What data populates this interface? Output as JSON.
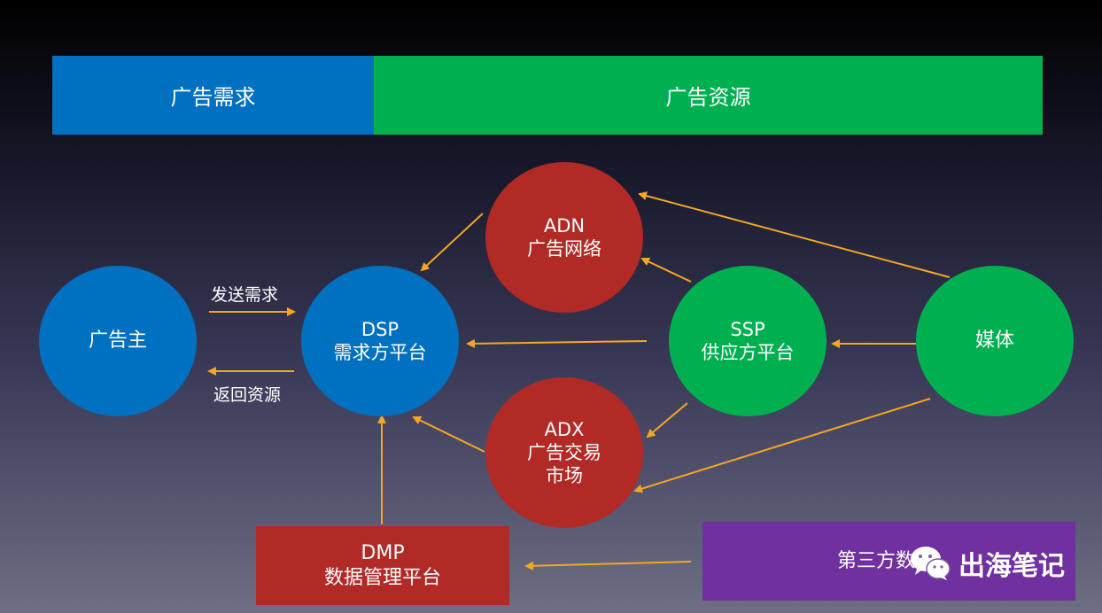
{
  "header": {
    "demand_label": "广告需求",
    "supply_label": "广告资源"
  },
  "nodes": {
    "advertiser": {
      "label": "广告主"
    },
    "dsp": {
      "title": "DSP",
      "subtitle": "需求方平台"
    },
    "adn": {
      "title": "ADN",
      "subtitle": "广告网络"
    },
    "adx": {
      "title": "ADX",
      "line1": "广告交易",
      "line2": "市场"
    },
    "ssp": {
      "title": "SSP",
      "subtitle": "供应方平台"
    },
    "media": {
      "label": "媒体"
    },
    "dmp": {
      "title": "DMP",
      "subtitle": "数据管理平台"
    },
    "third_party": {
      "label": "第三方数据"
    }
  },
  "edges": {
    "send_request": "发送需求",
    "return_resource": "返回资源"
  },
  "watermark": {
    "text": "出海笔记",
    "icon": "wechat-icon"
  },
  "colors": {
    "blue": "#0070c0",
    "green": "#00b050",
    "red": "#b22a26",
    "purple": "#7030a0",
    "arrow": "#f5a623"
  }
}
